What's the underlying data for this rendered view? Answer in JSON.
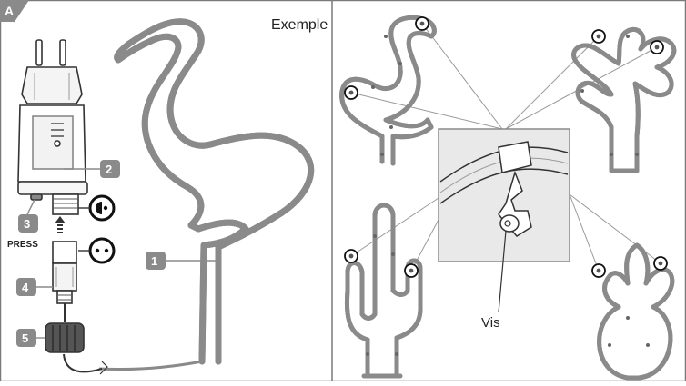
{
  "figure": {
    "letter": "A",
    "left_caption": "Exemple",
    "press_label": "PRESS",
    "screw_label": "Vis"
  },
  "callouts": [
    "1",
    "2",
    "3",
    "4",
    "5"
  ],
  "colors": {
    "frame": "#7a7a7a",
    "tube_outer": "#8a8a8a",
    "tube_inner": "#ececec",
    "callout_fill": "#8a8a8a",
    "detail_bg": "#e9e9e9",
    "leader": "#9a9a9a"
  },
  "icons": [
    "polarized-socket-icon",
    "unpolarized-plug-icon",
    "insert-arrow-icon"
  ]
}
